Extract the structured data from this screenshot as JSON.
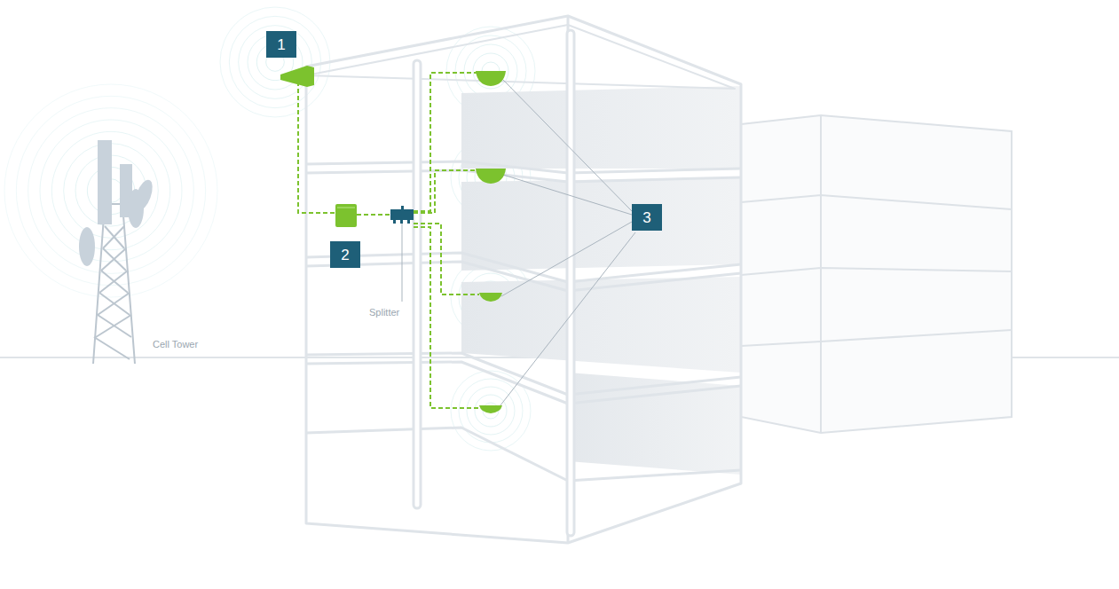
{
  "diagram": {
    "nodes": [
      {
        "text": [
          "1"
        ]
      },
      {
        "text": [
          "2"
        ]
      },
      {
        "text": [
          "3"
        ]
      }
    ],
    "labels": [
      "Splitter",
      "Cell Tower"
    ]
  }
}
